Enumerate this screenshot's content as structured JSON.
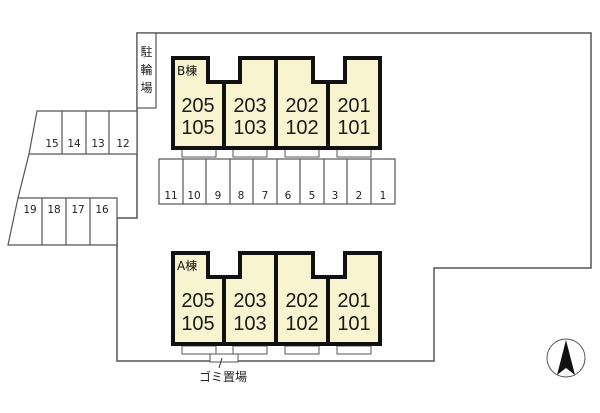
{
  "site_plan": {
    "bicycle_parking_label": [
      "駐",
      "輪",
      "場"
    ],
    "garbage_label": "ゴミ置場",
    "north_arrow": "north-arrow-icon",
    "buildings": {
      "B": {
        "label": "B棟",
        "units": [
          {
            "upper": "205",
            "lower": "105"
          },
          {
            "upper": "203",
            "lower": "103"
          },
          {
            "upper": "202",
            "lower": "102"
          },
          {
            "upper": "201",
            "lower": "101"
          }
        ]
      },
      "A": {
        "label": "A棟",
        "units": [
          {
            "upper": "205",
            "lower": "105"
          },
          {
            "upper": "203",
            "lower": "103"
          },
          {
            "upper": "202",
            "lower": "102"
          },
          {
            "upper": "201",
            "lower": "101"
          }
        ]
      }
    },
    "parking": {
      "center_row": [
        "11",
        "10",
        "9",
        "8",
        "7",
        "6",
        "5",
        "3",
        "2",
        "1"
      ],
      "upper_left_row": [
        "15",
        "14",
        "13",
        "12"
      ],
      "lower_left_row": [
        "19",
        "18",
        "17",
        "16"
      ]
    }
  }
}
